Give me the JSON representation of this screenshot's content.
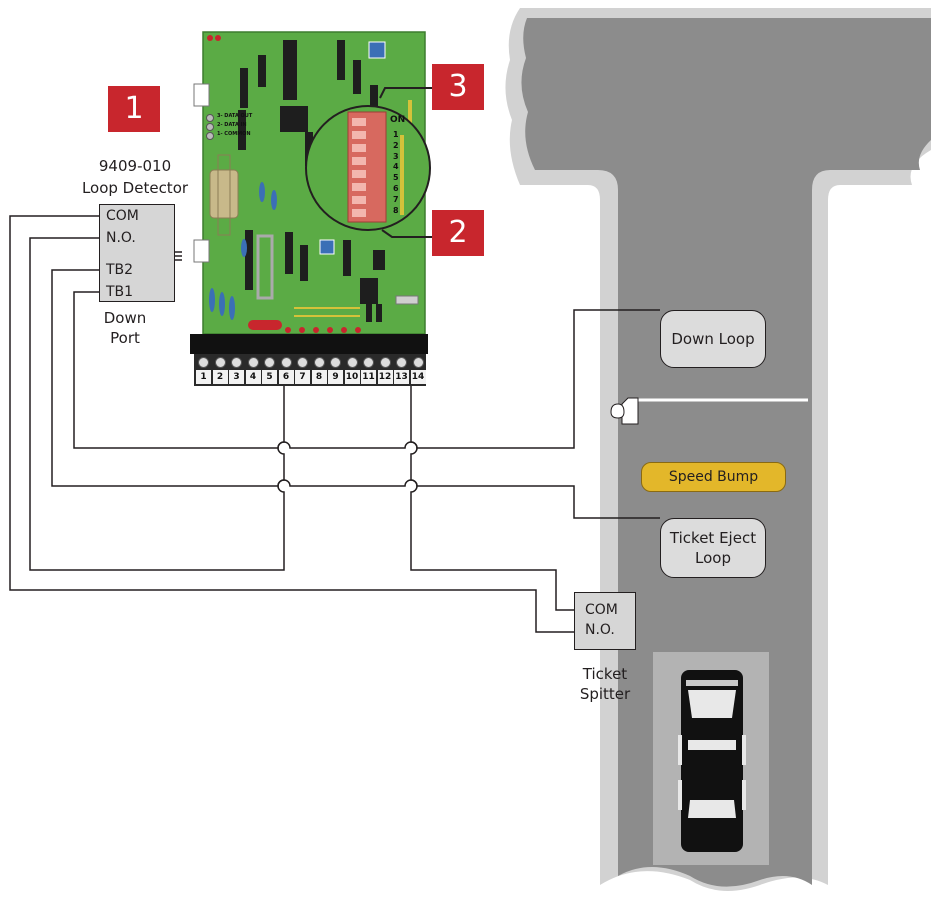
{
  "badges": {
    "one": "1",
    "two": "2",
    "three": "3"
  },
  "loop_detector": {
    "model": "9409-010",
    "name": "Loop Detector",
    "terminals": [
      "COM",
      "N.O.",
      "TB2",
      "TB1"
    ],
    "port_line1": "Down",
    "port_line2": "Port"
  },
  "board": {
    "connector_labels": [
      "3- DATA OUT",
      "2- DATA IN",
      "1- COMMON"
    ],
    "dip_on_label": "ON",
    "dip_numbers": [
      "1",
      "2",
      "3",
      "4",
      "5",
      "6",
      "7",
      "8"
    ],
    "terminal_numbers": [
      "1",
      "2",
      "3",
      "4",
      "5",
      "6",
      "7",
      "8",
      "9",
      "10",
      "11",
      "12",
      "13",
      "14"
    ]
  },
  "lane": {
    "down_loop": "Down Loop",
    "speed_bump": "Speed Bump",
    "ticket_eject_line1": "Ticket Eject",
    "ticket_eject_line2": "Loop"
  },
  "ticket_spitter": {
    "terminals": [
      "COM",
      "N.O."
    ],
    "name_line1": "Ticket",
    "name_line2": "Spitter"
  },
  "colors": {
    "badge_red": "#c8262d",
    "pcb_green": "#5bab45",
    "road_gray": "#8c8c8c",
    "curb_gray": "#d2d2d2",
    "speed_bump_yellow": "#e3b72a"
  }
}
